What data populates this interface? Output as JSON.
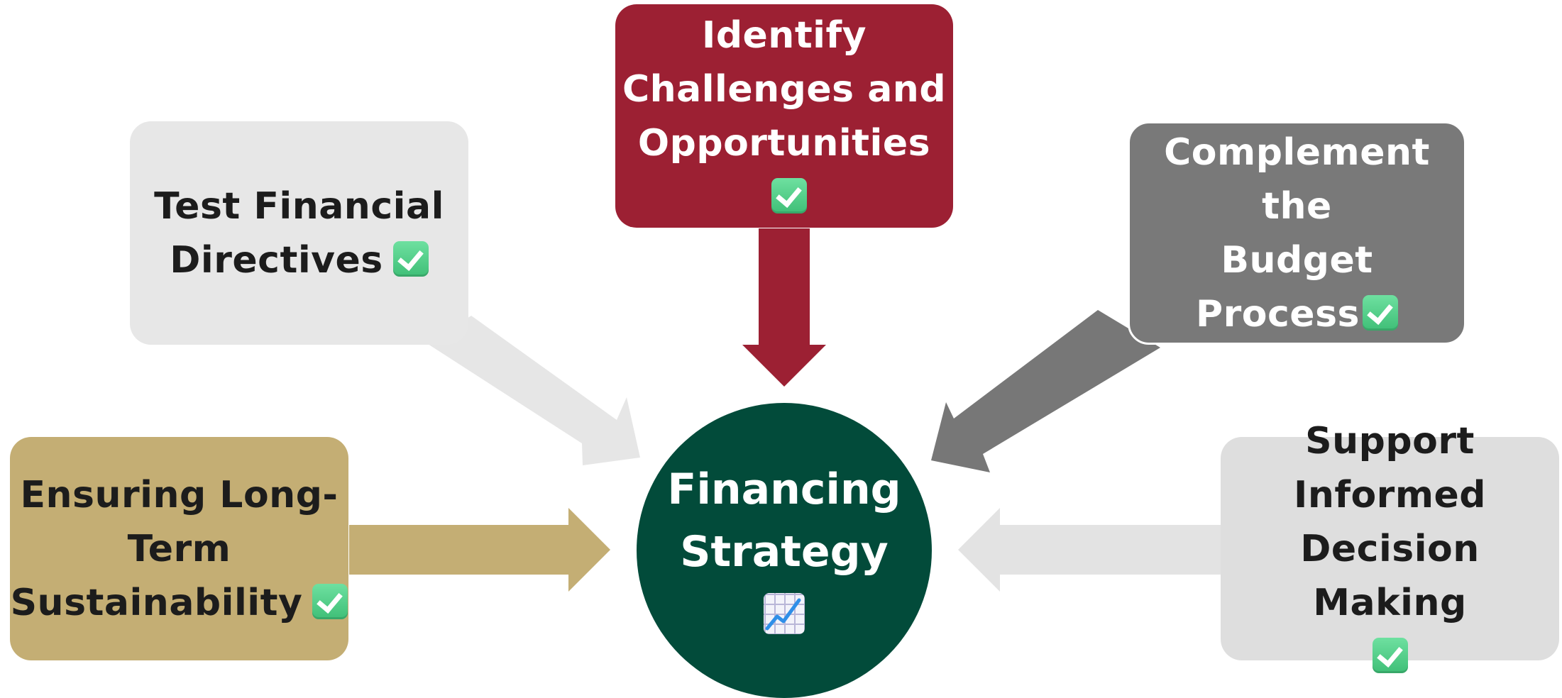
{
  "center": {
    "title_line1": "Financing",
    "title_line2": "Strategy",
    "icon": "chart-increasing-icon"
  },
  "boxes": {
    "identify": {
      "line1": "Identify",
      "line2": "Challenges and",
      "line3": "Opportunities",
      "color": "#9c2033"
    },
    "test": {
      "line1": "Test Financial",
      "line2": "Directives",
      "color": "#e7e7e7"
    },
    "complement": {
      "line1": "Complement the",
      "line2": "Budget",
      "line3": "Process",
      "color": "#797979"
    },
    "ensure": {
      "line1": "Ensuring Long-",
      "line2": "Term",
      "line3": "Sustainability",
      "color": "#c4ae74"
    },
    "support": {
      "line1": "Support Informed",
      "line2": "Decision Making",
      "color": "#dedede"
    }
  },
  "icons": {
    "check": "check-mark-button-icon"
  },
  "colors": {
    "center": "#024b3a",
    "arrow_identify": "#9c2033",
    "arrow_test": "#e6e6e6",
    "arrow_complement": "#777777",
    "arrow_ensure": "#c4ae74",
    "arrow_support": "#e3e3e3"
  }
}
